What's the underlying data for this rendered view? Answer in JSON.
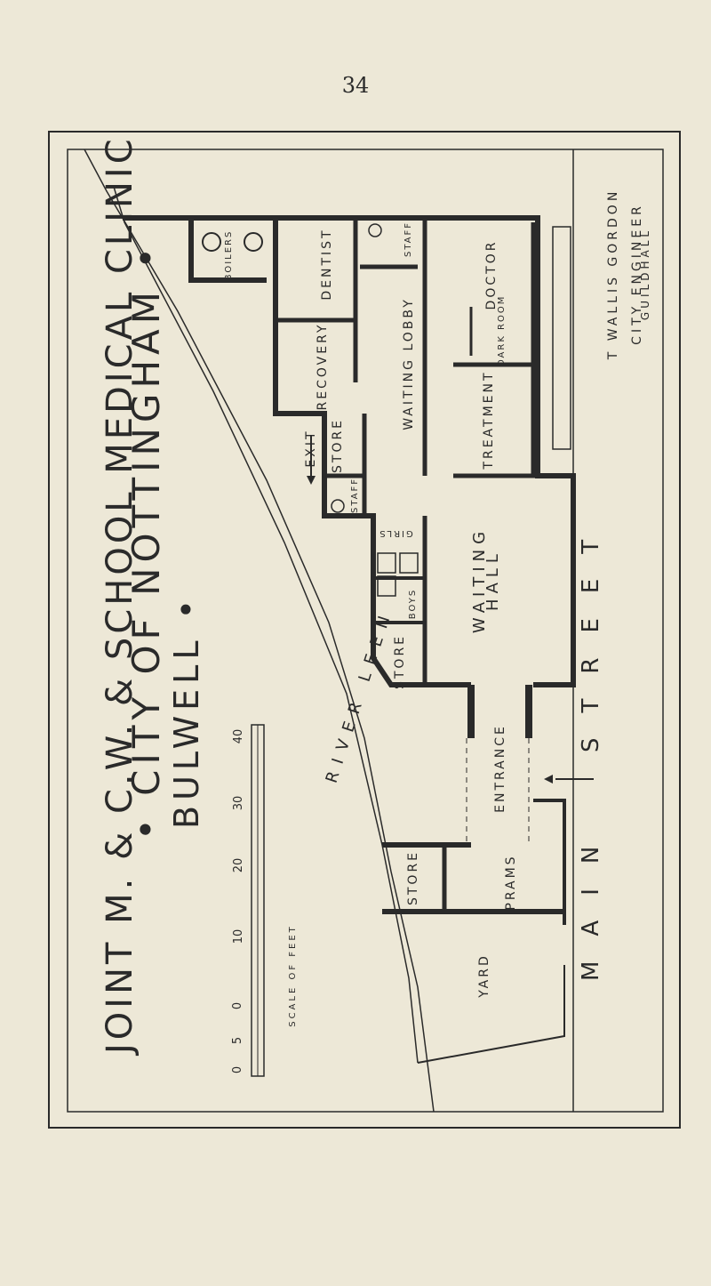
{
  "page_number": "34",
  "title": {
    "line1": "• CITY OF NOTTINGHAM •",
    "line2": "JOINT M. & C.W. & SCHOOL MEDICAL CLINIC",
    "line3": "BULWELL •"
  },
  "rooms": {
    "boilers": "BOILERS",
    "dentist": "DENTIST",
    "staff_top": "STAFF",
    "doctor": "DOCTOR",
    "recovery": "RECOVERY",
    "waiting_lobby": "WAITING LOBBY",
    "dark_room": "DARK ROOM",
    "treatment": "TREATMENT",
    "exit": "EXIT",
    "store_1": "STORE",
    "staff_2": "STAFF",
    "girls": "GIRLS",
    "boys": "BOYS",
    "store_2": "STORE",
    "waiting_hall_1": "WAITING",
    "waiting_hall_2": "HALL",
    "entrance": "ENTRANCE",
    "store_3": "STORE",
    "prams": "PRAMS",
    "yard": "YARD"
  },
  "river_label": "RIVER LEEN",
  "street_label_1": "STREET",
  "street_label_2": "MAIN",
  "engineer": {
    "line1": "T WALLIS GORDON",
    "line2": "CITY ENGINEER",
    "line3": "GUILDHALL"
  },
  "scale": {
    "caption": "SCALE OF FEET",
    "ticks": [
      "0",
      "5",
      "0",
      "10",
      "20",
      "30",
      "40"
    ]
  }
}
